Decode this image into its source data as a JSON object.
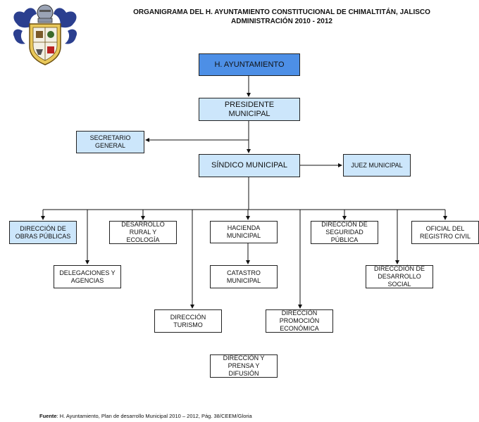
{
  "header": {
    "title_line1": "ORGANIGRAMA DEL H. AYUNTAMIENTO CONSTITUCIONAL DE CHIMALTITÁN, JALISCO",
    "title_line2": "ADMINISTRACIÓN 2010 - 2012"
  },
  "nodes": {
    "ayuntamiento": "H. AYUNTAMIENTO",
    "presidente": "PRESIDENTE\nMUNICIPAL",
    "secretario": "SECRETARIO\nGENERAL",
    "sindico": "SÍNDICO MUNICIPAL",
    "juez": "JUEZ MUNICIPAL",
    "obras": "DIRECCIÓN DE\nOBRAS PÚBLICAS",
    "desarrollo_rural": "DESARROLLO\nRURAL Y\nECOLOGÍA",
    "hacienda": "HACIENDA\nMUNICIPAL",
    "seguridad": "DIRECCIÓN DE\nSEGURIDAD\nPÚBLICA",
    "registro_civil": "OFICIAL DEL\nREGISTRO CIVIL",
    "delegaciones": "DELEGACIONES Y\nAGENCIAS",
    "catastro": "CATASTRO\nMUNICIPAL",
    "desarrollo_social": "DIRECCDIÓN DE\nDESARROLLO\nSOCIAL",
    "turismo": "DIRECCIÓN\nTURISMO",
    "promocion": "DIRECCIÓN\nPROMOCIÓN\nECONÓMICA",
    "prensa": "DIRECCIÓN Y\nPRENSA Y\nDIFUSIÓN"
  },
  "footer": {
    "label": "Fuente",
    "text": ": H. Ayuntamiento, Plan de desarrollo Municipal 2010 – 2012, Pág. 38/CEEM/Gloria"
  },
  "colors": {
    "dark_box": "#4d8fe6",
    "light_box": "#cce6fb",
    "crest_blue": "#2b3f8f",
    "crest_gold": "#e9c85a"
  }
}
